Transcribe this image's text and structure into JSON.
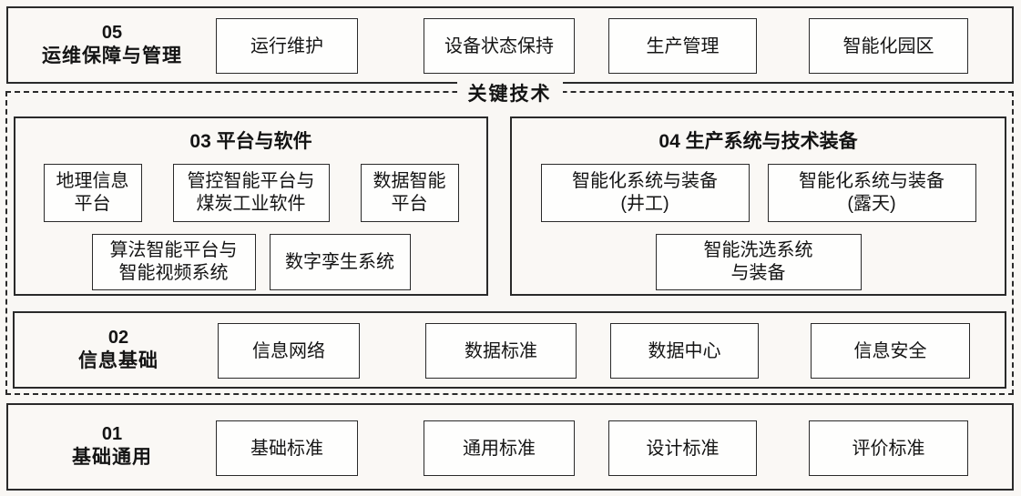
{
  "colors": {
    "page_background": "#f9f7f4",
    "panel_background": "#faf8f5",
    "box_background": "#fefefd",
    "border": "#2a2a2a"
  },
  "key_tech": {
    "label": "关键技术"
  },
  "band_05": {
    "code": "05",
    "name": "运维保障与管理",
    "boxes": [
      "运行维护",
      "设备状态保持",
      "生产管理",
      "智能化园区"
    ]
  },
  "group_03": {
    "title": "03 平台与软件",
    "row1": [
      "地理信息\n平台",
      "管控智能平台与\n煤炭工业软件",
      "数据智能\n平台"
    ],
    "row2": [
      "算法智能平台与\n智能视频系统",
      "数字孪生系统"
    ]
  },
  "group_04": {
    "title": "04 生产系统与技术装备",
    "row1": [
      "智能化系统与装备\n(井工)",
      "智能化系统与装备\n(露天)"
    ],
    "row2": [
      "智能洗选系统\n与装备"
    ]
  },
  "band_02": {
    "code": "02",
    "name": "信息基础",
    "boxes": [
      "信息网络",
      "数据标准",
      "数据中心",
      "信息安全"
    ]
  },
  "band_01": {
    "code": "01",
    "name": "基础通用",
    "boxes": [
      "基础标准",
      "通用标准",
      "设计标准",
      "评价标准"
    ]
  }
}
